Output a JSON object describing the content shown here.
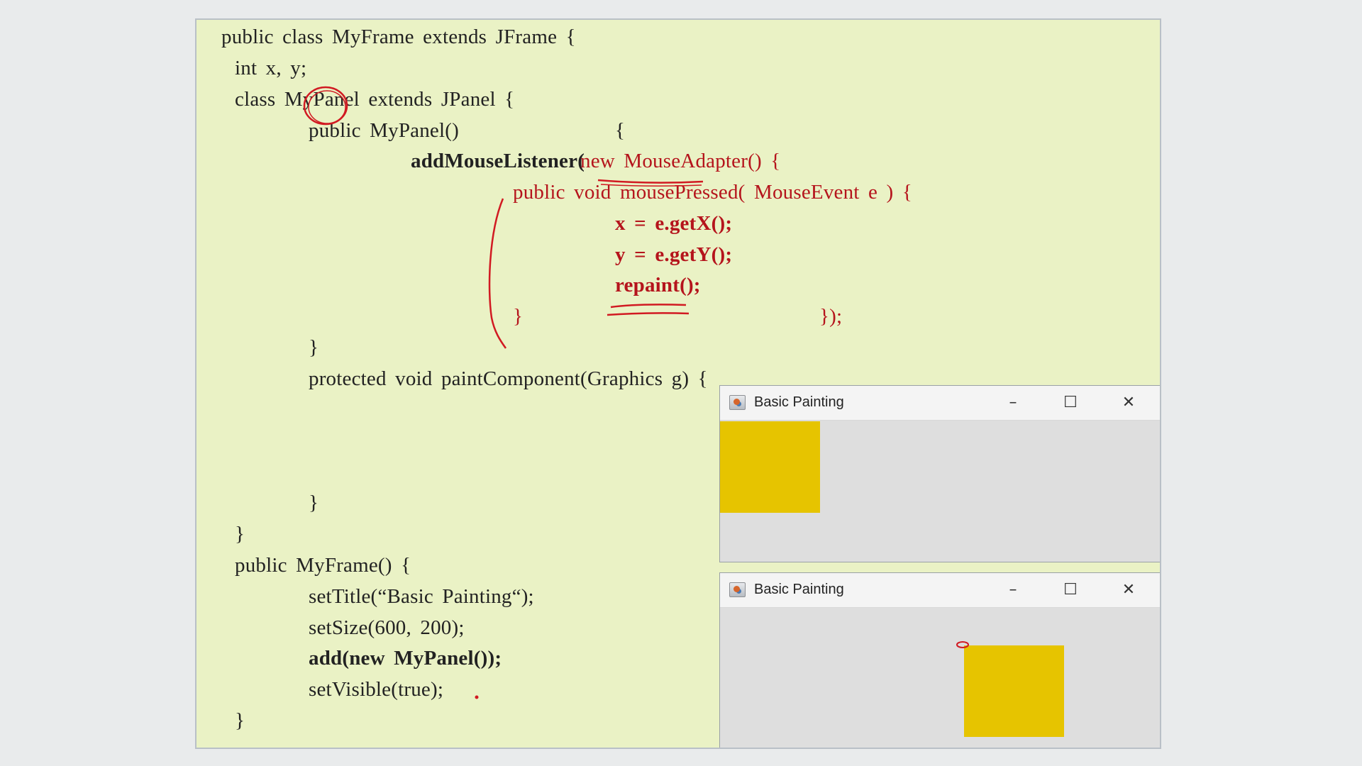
{
  "code": {
    "line1": "public class MyFrame extends JFrame {",
    "line2": "int x, y;",
    "line3": "class MyPanel extends JPanel {",
    "line4a": "public MyPanel()",
    "line4b": "{",
    "line5a": "addMouseListener(",
    "line5b": "new MouseAdapter() {",
    "line6": "public void mousePressed( MouseEvent e ) {",
    "line7": "x = e.getX();",
    "line8": "y = e.getY();",
    "line9": "repaint();",
    "line10a": "}",
    "line10b": "});",
    "line11": "}",
    "line12": "protected void paintComponent(Graphics g) {",
    "line13": "}",
    "line14": "}",
    "line15": "public MyFrame() {",
    "line16": "setTitle(“Basic Painting“);",
    "line17": "setSize(600, 200);",
    "line18": "add(new MyPanel());",
    "line19": "setVisible(true);",
    "line20": "}"
  },
  "windows": [
    {
      "title": "Basic Painting",
      "minimize": "–",
      "maximize": "☐",
      "close": "✕",
      "rect_color": "#e6c400"
    },
    {
      "title": "Basic Painting",
      "minimize": "–",
      "maximize": "☐",
      "close": "✕",
      "rect_color": "#e6c400"
    }
  ],
  "colors": {
    "slide_bg": "#eaf2c5",
    "red_text": "#b5141c",
    "annotation_ink": "#d11a22",
    "window_body": "#dedede"
  }
}
